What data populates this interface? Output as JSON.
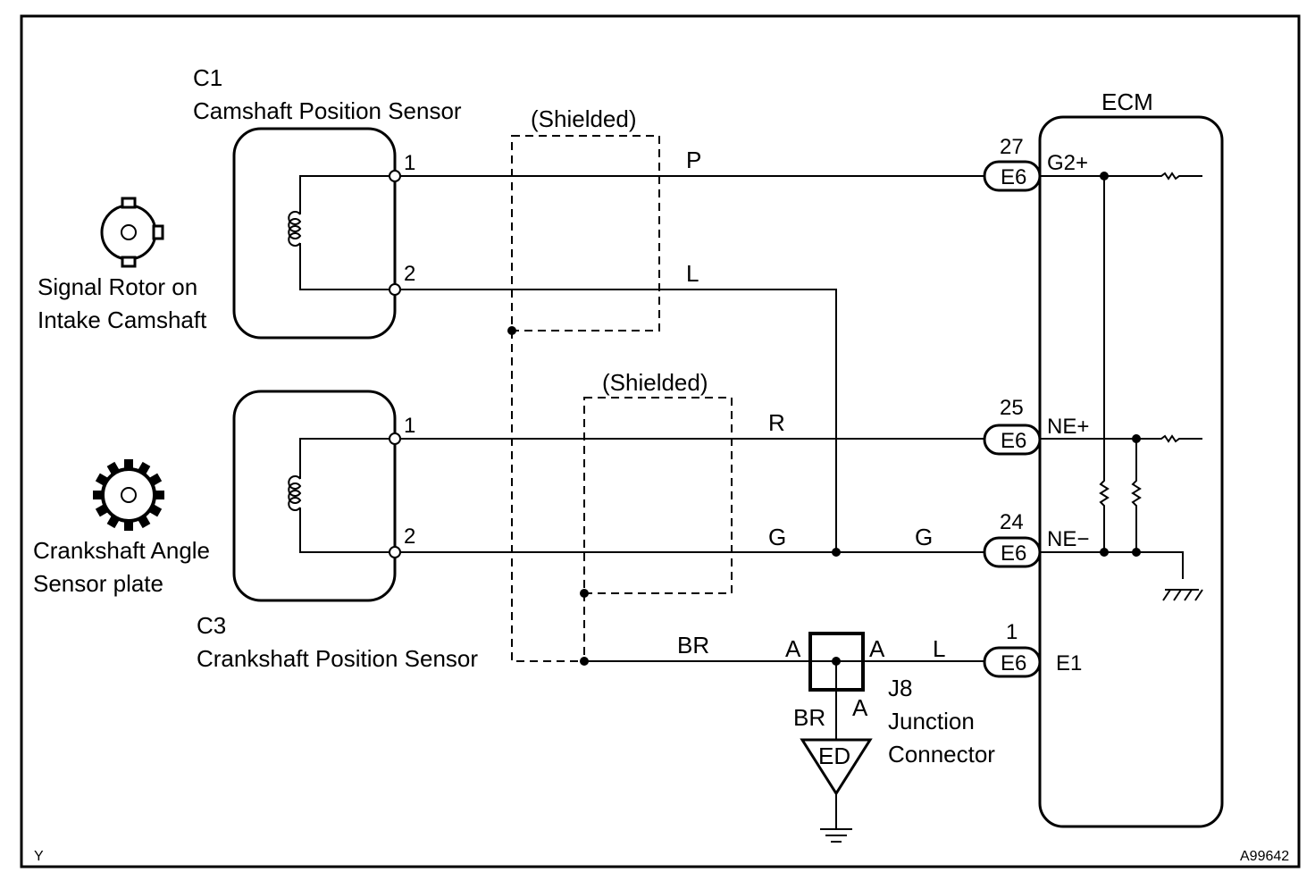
{
  "sensors": {
    "cam": {
      "code": "C1",
      "name": "Camshaft Position Sensor",
      "pin1": "1",
      "pin2": "2"
    },
    "crank": {
      "code": "C3",
      "name": "Crankshaft Position Sensor",
      "pin1": "1",
      "pin2": "2"
    }
  },
  "rotors": {
    "cam": {
      "line1": "Signal Rotor on",
      "line2": "Intake Camshaft"
    },
    "crank": {
      "line1": "Crankshaft Angle",
      "line2": "Sensor plate"
    }
  },
  "shield_label": "(Shielded)",
  "wires": {
    "p": "P",
    "l": "L",
    "r": "R",
    "g1": "G",
    "g2": "G",
    "br": "BR",
    "l2": "L",
    "br2": "BR"
  },
  "ecm": {
    "title": "ECM",
    "terminals": [
      {
        "pin": "27",
        "connector": "E6",
        "name": "G2+"
      },
      {
        "pin": "25",
        "connector": "E6",
        "name": "NE+"
      },
      {
        "pin": "24",
        "connector": "E6",
        "name": "NE−"
      },
      {
        "pin": "1",
        "connector": "E6",
        "name": "E1"
      }
    ]
  },
  "junction": {
    "code": "J8",
    "line1": "Junction",
    "line2": "Connector",
    "pin_left": "A",
    "pin_right": "A",
    "pin_bottom": "A"
  },
  "ground_label": "ED",
  "footer": {
    "left": "Y",
    "right": "A99642"
  }
}
